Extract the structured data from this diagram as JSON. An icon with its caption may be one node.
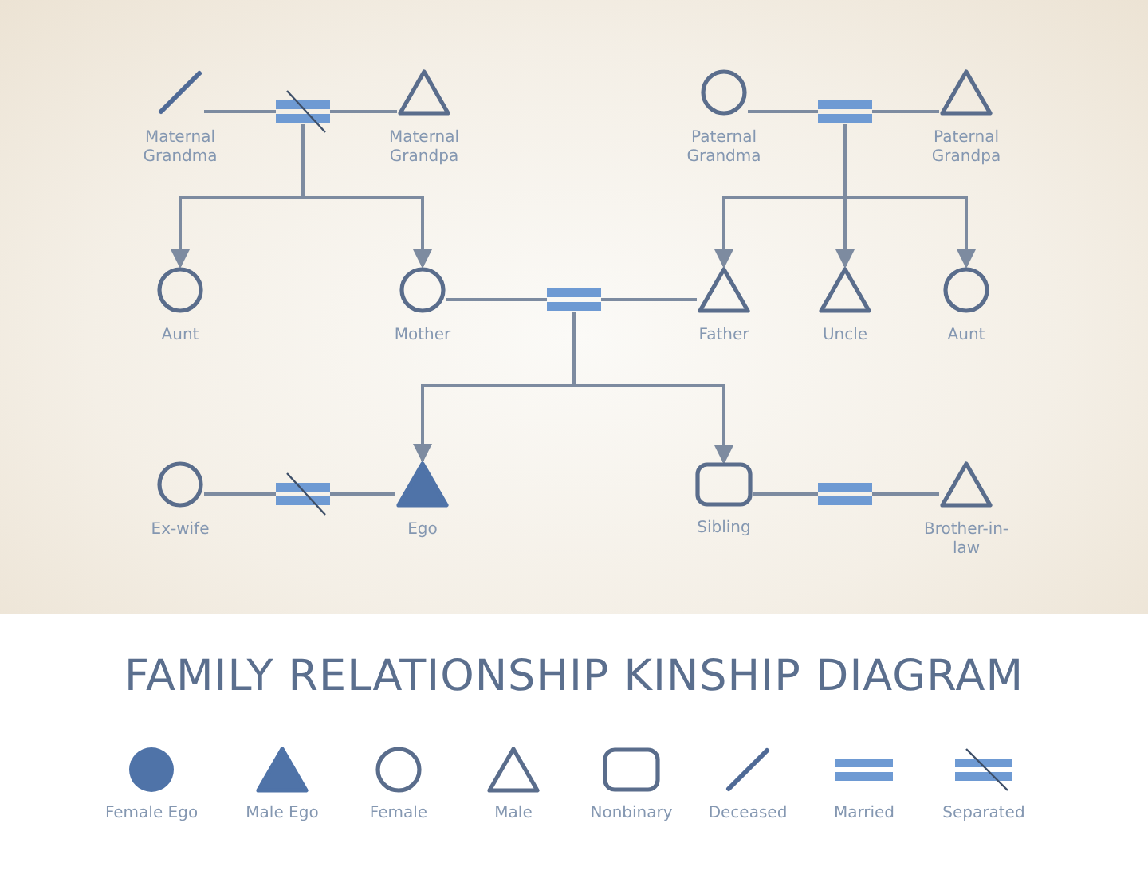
{
  "diagram": {
    "title": "FAMILY RELATIONSHIP KINSHIP DIAGRAM",
    "nodes": [
      {
        "text": [],
        "shape": "line",
        "beside": [
          "Maternal Grandma"
        ]
      },
      {
        "text": [],
        "shape": "crossed-bar"
      },
      {
        "text": [],
        "shape": "triangle",
        "beside": [
          "Maternal Grandpa"
        ]
      },
      {
        "text": [],
        "shape": "circle",
        "beside": [
          "Paternal Grandma"
        ]
      },
      {
        "text": [],
        "shape": "bar"
      },
      {
        "text": [],
        "shape": "triangle",
        "beside": [
          "Paternal Grandpa"
        ]
      },
      {
        "text": [],
        "shape": "circle",
        "beside": [
          "Aunt"
        ]
      },
      {
        "text": [],
        "shape": "circle",
        "beside": [
          "Mother"
        ]
      },
      {
        "text": [],
        "shape": "bar"
      },
      {
        "text": [],
        "shape": "triangle",
        "beside": [
          "Father"
        ]
      },
      {
        "text": [],
        "shape": "triangle",
        "beside": [
          "Uncle"
        ]
      },
      {
        "text": [],
        "shape": "circle",
        "beside": [
          "Aunt"
        ]
      },
      {
        "text": [],
        "shape": "circle",
        "beside": [
          "Ex-wife"
        ]
      },
      {
        "text": [],
        "shape": "crossed-bar"
      },
      {
        "text": [],
        "shape": "solid-triangle",
        "beside": [
          "Ego"
        ]
      },
      {
        "text": [],
        "shape": "box",
        "beside": [
          "Sibling"
        ]
      },
      {
        "text": [],
        "shape": "bar"
      },
      {
        "text": [],
        "shape": "triangle",
        "beside": [
          "Brother-in-law"
        ]
      }
    ],
    "edges": [
      {
        "from": 0,
        "to": 1,
        "arrow": "none"
      },
      {
        "from": 1,
        "to": 2,
        "arrow": "none"
      },
      {
        "from": 1,
        "to": 6,
        "arrow": "to"
      },
      {
        "from": 1,
        "to": 7,
        "arrow": "to"
      },
      {
        "from": 3,
        "to": 4,
        "arrow": "none"
      },
      {
        "from": 4,
        "to": 5,
        "arrow": "none"
      },
      {
        "from": 4,
        "to": 9,
        "arrow": "to"
      },
      {
        "from": 4,
        "to": 10,
        "arrow": "to"
      },
      {
        "from": 4,
        "to": 11,
        "arrow": "to"
      },
      {
        "from": 7,
        "to": 8,
        "arrow": "none"
      },
      {
        "from": 8,
        "to": 9,
        "arrow": "none"
      },
      {
        "from": 8,
        "to": 14,
        "arrow": "to"
      },
      {
        "from": 8,
        "to": 15,
        "arrow": "to"
      },
      {
        "from": 12,
        "to": 13,
        "arrow": "none"
      },
      {
        "from": 13,
        "to": 14,
        "arrow": "none"
      },
      {
        "from": 15,
        "to": 16,
        "arrow": "none"
      },
      {
        "from": 16,
        "to": 17,
        "arrow": "none"
      }
    ],
    "legend": [
      {
        "text": "Female Ego"
      },
      {
        "text": "Male Ego"
      },
      {
        "text": "Female"
      },
      {
        "text": "Male"
      },
      {
        "text": "Nonbinary"
      },
      {
        "text": "Deceased"
      },
      {
        "text": "Married"
      },
      {
        "text": "Separated"
      }
    ]
  }
}
